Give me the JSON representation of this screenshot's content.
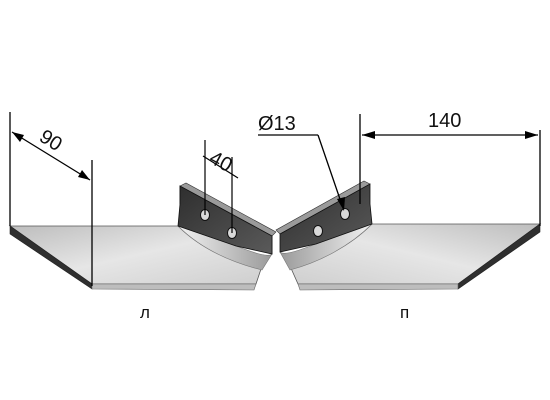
{
  "dimensions": {
    "left_width": "90",
    "hole_spacing": "40",
    "hole_diameter": "Ø13",
    "right_width": "140"
  },
  "side_labels": {
    "left": "л",
    "right": "п"
  },
  "colors": {
    "blade_top": "#d8d8d8",
    "blade_edge_dark": "#3a3a3a",
    "mount_plate": "#444444",
    "line": "#000000"
  }
}
